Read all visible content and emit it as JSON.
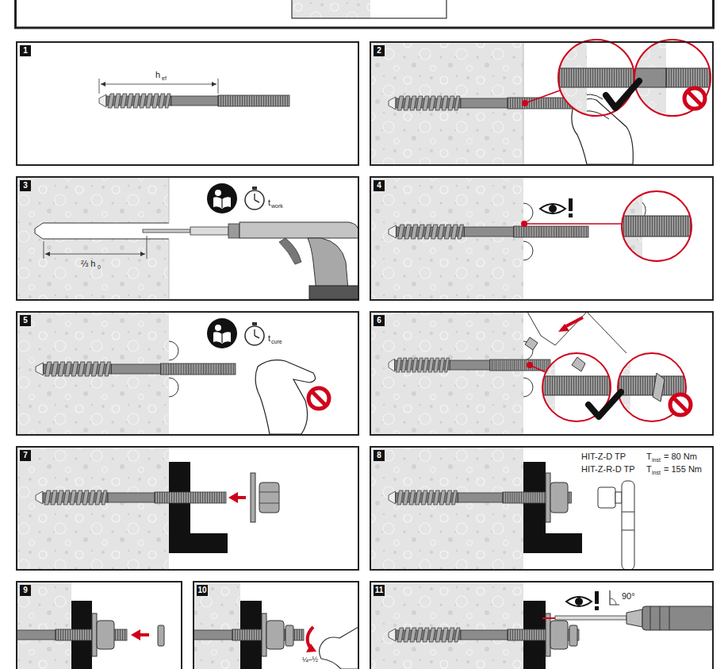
{
  "diagram": {
    "nodes": [
      {
        "text": [
          "1"
        ]
      },
      {
        "text": [
          "2"
        ]
      },
      {
        "text": [
          "3"
        ]
      },
      {
        "text": [
          "4"
        ]
      },
      {
        "text": [
          "5"
        ]
      },
      {
        "text": [
          "6"
        ]
      },
      {
        "text": [
          "7"
        ]
      },
      {
        "text": [
          "8"
        ]
      },
      {
        "text": [
          "9"
        ]
      },
      {
        "text": [
          "10"
        ]
      },
      {
        "text": [
          "11"
        ]
      }
    ],
    "labels": [
      "h",
      "ef",
      "t",
      "work",
      "⅔ h",
      "0",
      "t",
      "cure",
      "HIT-Z-D TP",
      "T",
      "inst",
      "= 80 Nm",
      "HIT-Z-R-D TP",
      "T",
      "inst",
      "= 155 Nm",
      "¼–½",
      "90°"
    ]
  }
}
